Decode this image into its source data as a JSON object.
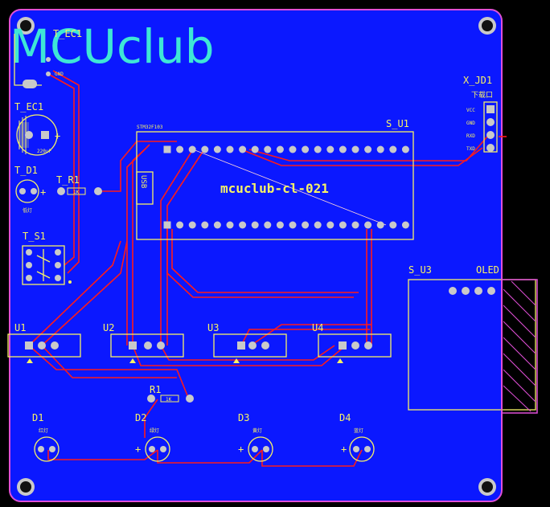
{
  "board": {
    "logo": "MCUclub",
    "board_name": "mcuclub-cl-021"
  },
  "labels": {
    "tec1": "T_EC1",
    "tec1_top": "T_EC1",
    "td1": "T_D1",
    "tr1": "T_R1",
    "ts1": "T_S1",
    "cap_val": "220uF",
    "plus": "+",
    "gnd": "GND",
    "led_small": "低灯",
    "xjd1": "X_JD1",
    "xjd1_sub": "下载口",
    "vcc": "VCC",
    "gnd2": "GND",
    "rxd": "RXD",
    "txd": "TXD",
    "su1": "S_U1",
    "usb": "USB",
    "su3": "S_U3",
    "oled": "OLED",
    "u1": "U1",
    "u2": "U2",
    "u3": "U3",
    "u4": "U4",
    "r1": "R1",
    "d1": "D1",
    "d2": "D2",
    "d3": "D3",
    "d4": "D4",
    "d1_name": "红灯",
    "d2_name": "绿灯",
    "d3_name": "黄灯",
    "d4_name": "蓝灯",
    "r_val": "1K",
    "stm_label": "STM32F103"
  },
  "colors": {
    "board": "#0b18ff",
    "trace": "#ff1a1a",
    "silk": "#f7f265",
    "outline": "#e04fd7",
    "logo": "#3ee6d6",
    "pad": "#c9c9c9"
  }
}
